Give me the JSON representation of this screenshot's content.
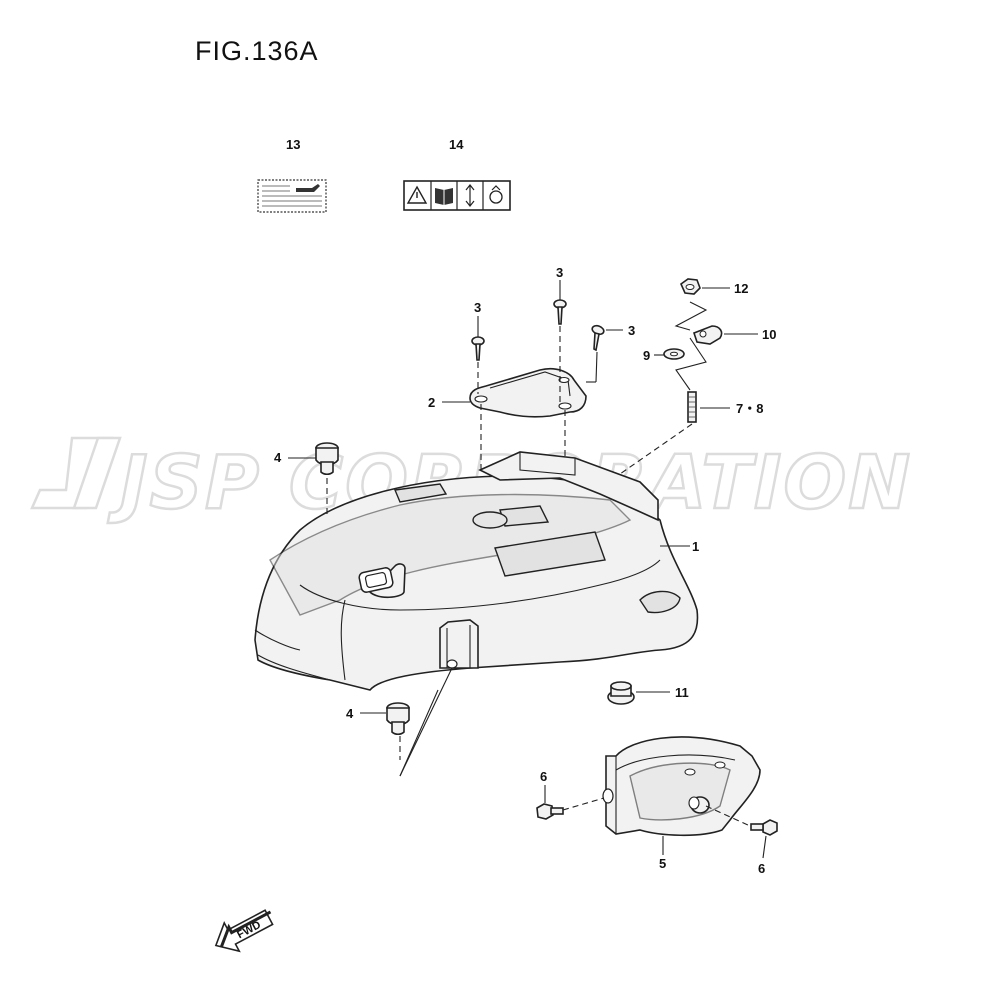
{
  "figure": {
    "title": "FIG.136A"
  },
  "watermark": {
    "text": "JSP CORPORATION"
  },
  "callouts": {
    "c13": "13",
    "c14": "14",
    "c3a": "3",
    "c3b": "3",
    "c3c": "3",
    "c12": "12",
    "c10": "10",
    "c9": "9",
    "c2": "2",
    "c78": "7・8",
    "c4a": "4",
    "c1": "1",
    "c11": "11",
    "c4b": "4",
    "c6a": "6",
    "c5": "5",
    "c6b": "6"
  },
  "fwd_label": "FWD",
  "icons": [
    "warning-triangle-icon",
    "manual-book-icon",
    "updown-arrow-icon",
    "hand-icon",
    "oil-can-icon"
  ]
}
